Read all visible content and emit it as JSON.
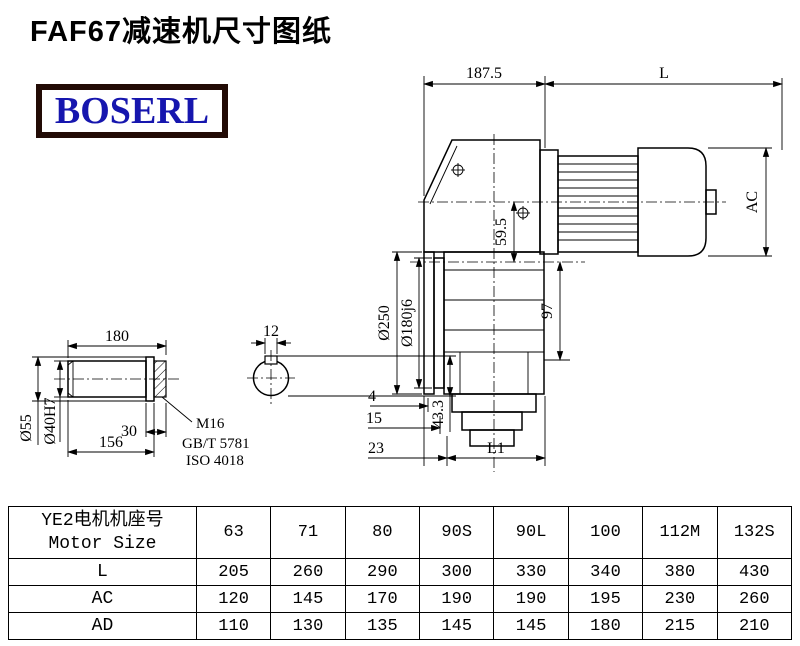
{
  "page": {
    "title": "FAF67减速机尺寸图纸",
    "logo_text": "BOSERL"
  },
  "drawing": {
    "dim_187_5": "187.5",
    "dim_L": "L",
    "dim_AC": "AC",
    "dim_59_5": "59.5",
    "dim_97": "97",
    "dia_250": "Ø250",
    "dia_180": "Ø180j6",
    "dim_4": "4",
    "dim_15": "15",
    "dim_23": "23",
    "dim_L1": "L1",
    "dim_43_3": "43.3",
    "dim_180": "180",
    "dim_12": "12",
    "dim_30": "30",
    "dim_156": "156",
    "dia_55": "Ø55",
    "dia_40": "Ø40H7",
    "thread_label": "M16",
    "std_gb": "GB/T 5781",
    "std_iso": "ISO 4018"
  },
  "table": {
    "header_cn": "YE2电机机座号",
    "header_en": "Motor Size",
    "columns": [
      "63",
      "71",
      "80",
      "90S",
      "90L",
      "100",
      "112M",
      "132S"
    ],
    "rows": [
      {
        "label": "L",
        "values": [
          "205",
          "260",
          "290",
          "300",
          "330",
          "340",
          "380",
          "430"
        ]
      },
      {
        "label": "AC",
        "values": [
          "120",
          "145",
          "170",
          "190",
          "190",
          "195",
          "230",
          "260"
        ]
      },
      {
        "label": "AD",
        "values": [
          "110",
          "130",
          "135",
          "145",
          "145",
          "180",
          "215",
          "210"
        ]
      }
    ]
  }
}
